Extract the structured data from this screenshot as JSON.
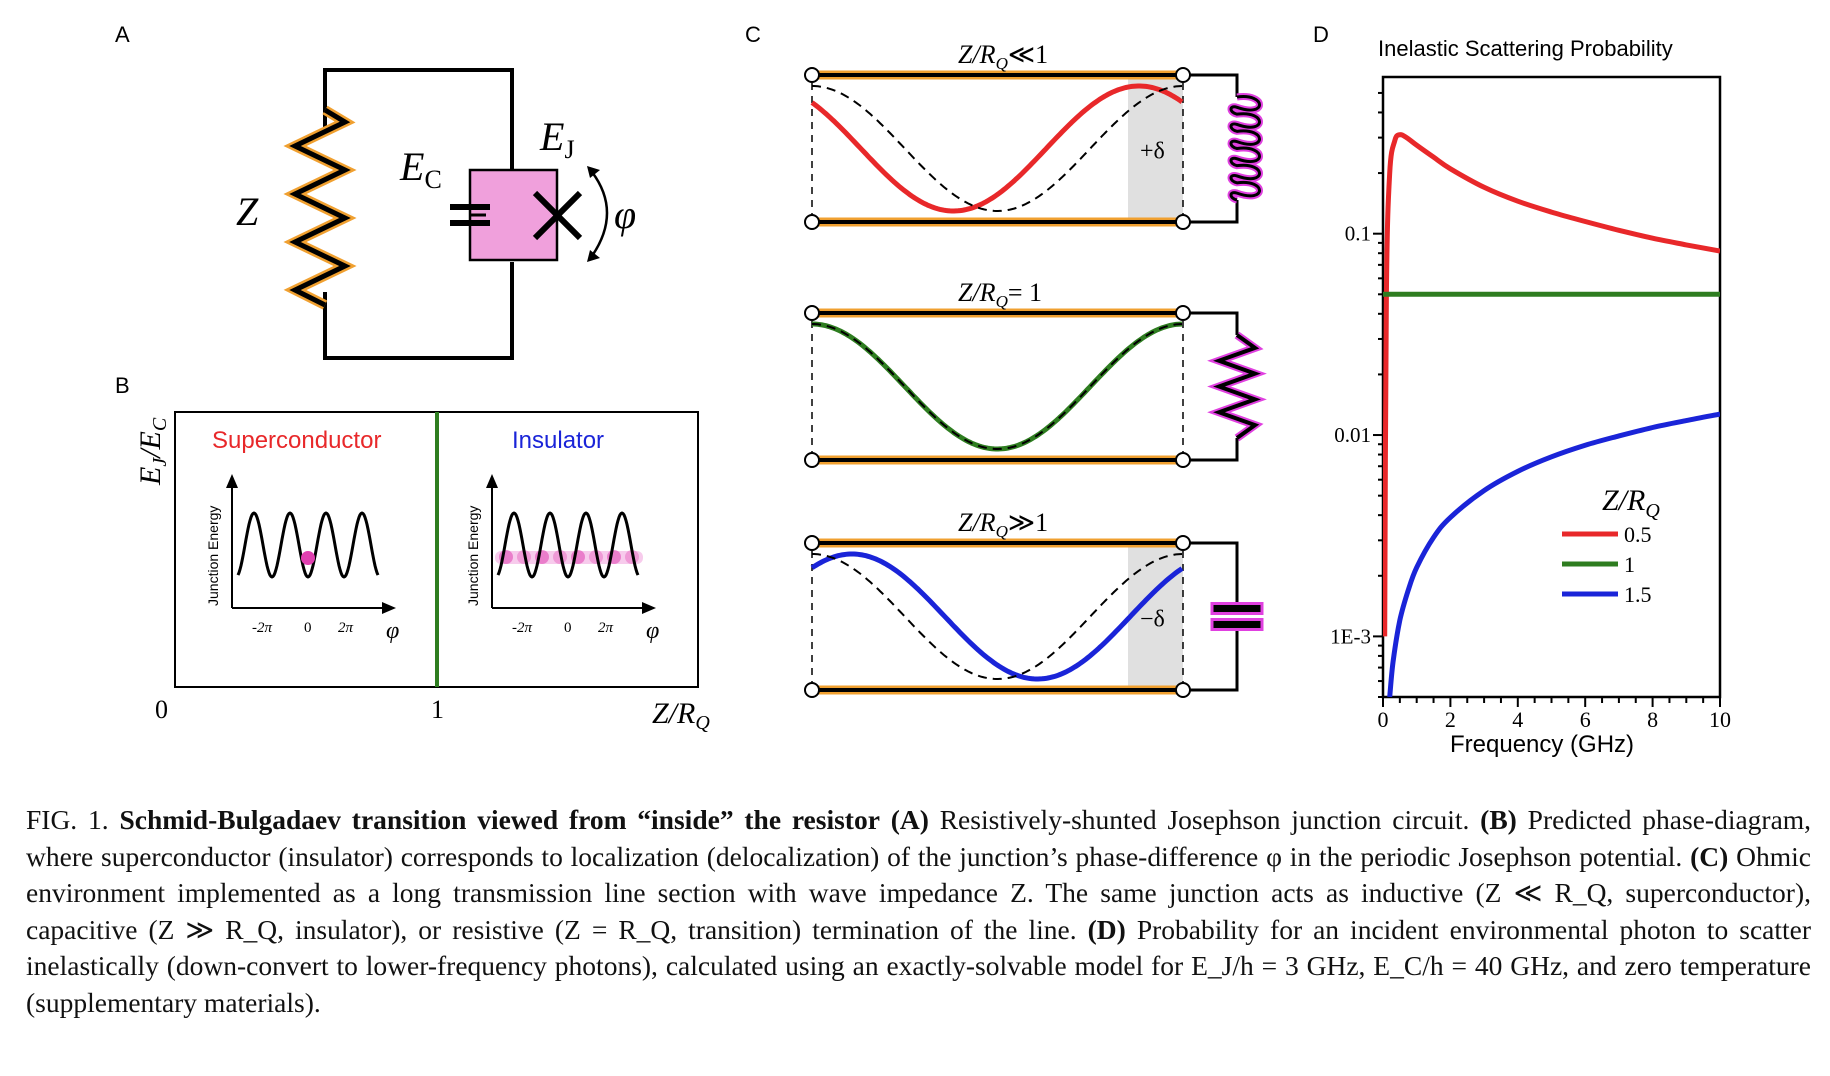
{
  "panels": {
    "a": {
      "letter": "A",
      "label_Z": "Z",
      "label_EC": "E",
      "label_EC_sub": "C",
      "label_EJ": "E",
      "label_EJ_sub": "J",
      "label_phi": "φ",
      "colors": {
        "resistor_outline": "#f0a030",
        "junction_box": "#f0a0dc"
      }
    },
    "b": {
      "letter": "B",
      "ylabel_main": "E",
      "ylabel_sub1": "J",
      "ylabel_sep": "/E",
      "ylabel_sub2": "C",
      "x_tick_0": "0",
      "x_tick_1": "1",
      "xlabel_main": "Z/R",
      "xlabel_sub": "Q",
      "left_title": "Superconductor",
      "right_title": "Insulator",
      "inset_ylabel": "Junction Energy",
      "inset_ticks": [
        "-2π",
        "0",
        "2π"
      ],
      "inset_xlabel": "φ",
      "colors": {
        "superconductor": "#e8282a",
        "insulator": "#1a24d8",
        "boundary": "#2e7d20",
        "particle": "#e040b0"
      }
    },
    "c": {
      "letter": "C",
      "rows": [
        {
          "title_main": "Z/R",
          "title_sub": "Q",
          "title_rel": "≪1",
          "shift_label": "+δ",
          "termination": "inductor",
          "curve_color": "#e8282a"
        },
        {
          "title_main": "Z/R",
          "title_sub": "Q",
          "title_rel": "= 1",
          "shift_label": "",
          "termination": "resistor",
          "curve_color": "#2e7d20"
        },
        {
          "title_main": "Z/R",
          "title_sub": "Q",
          "title_rel": "≫1",
          "shift_label": "−δ",
          "termination": "capacitor",
          "curve_color": "#1a24d8"
        }
      ],
      "colors": {
        "line_outline": "#f0a030",
        "termination_outline": "#e040e0",
        "shade": "#e0e0e0"
      }
    },
    "d": {
      "letter": "D"
    }
  },
  "chart_data": {
    "type": "line",
    "title": "Inelastic Scattering Probability",
    "xlabel": "Frequency (GHz)",
    "ylabel": "",
    "xlim": [
      0,
      10
    ],
    "ylim": [
      0.0005,
      0.6
    ],
    "yscale": "log",
    "x_ticks": [
      "0",
      "2",
      "4",
      "6",
      "8",
      "10"
    ],
    "y_ticks": [
      {
        "value": 0.1,
        "label": "0.1"
      },
      {
        "value": 0.01,
        "label": "0.01"
      },
      {
        "value": 0.001,
        "label": "1E-3"
      }
    ],
    "legend_title": "Z/R",
    "legend_title_sub": "Q",
    "legend_position": "center-right",
    "series": [
      {
        "name": "0.5",
        "color": "#e8282a",
        "x": [
          0.05,
          0.1,
          0.2,
          0.35,
          0.5,
          0.7,
          1.0,
          1.5,
          2,
          3,
          4,
          5,
          6,
          7,
          8,
          9,
          10
        ],
        "y": [
          0.001,
          0.05,
          0.2,
          0.29,
          0.31,
          0.3,
          0.275,
          0.24,
          0.21,
          0.17,
          0.145,
          0.128,
          0.115,
          0.104,
          0.095,
          0.088,
          0.082
        ]
      },
      {
        "name": "1",
        "color": "#2e7d20",
        "x": [
          0,
          10
        ],
        "y": [
          0.05,
          0.05
        ]
      },
      {
        "name": "1.5",
        "color": "#1a24d8",
        "x": [
          0.2,
          0.3,
          0.5,
          0.75,
          1,
          1.5,
          2,
          3,
          4,
          5,
          6,
          7,
          8,
          9,
          10
        ],
        "y": [
          0.0005,
          0.00075,
          0.0012,
          0.0017,
          0.0022,
          0.0031,
          0.0039,
          0.0053,
          0.0066,
          0.0078,
          0.0089,
          0.0099,
          0.0109,
          0.0118,
          0.0127
        ]
      }
    ]
  },
  "caption": {
    "fig_label": "FIG. 1.",
    "title": "Schmid-Bulgadaev transition viewed from “inside” the resistor",
    "a_tag": "(A)",
    "a_text": "Resistively-shunted Josephson junction circuit.",
    "b_tag": "(B)",
    "b_text": "Predicted phase-diagram, where superconductor (insulator) corresponds to localization (delocalization) of the junction’s phase-difference φ in the periodic Josephson potential.",
    "c_tag": "(C)",
    "c_text": "Ohmic environment implemented as a long transmission line section with wave impedance Z. The same junction acts as inductive (Z ≪ R_Q, superconductor), capacitive (Z ≫ R_Q, insulator), or resistive (Z = R_Q, transition) termination of the line.",
    "d_tag": "(D)",
    "d_text": "Probability for an incident environmental photon to scatter inelastically (down-convert to lower-frequency photons), calculated using an exactly-solvable model for E_J/h = 3 GHz, E_C/h = 40 GHz, and zero temperature (supplementary materials)."
  }
}
